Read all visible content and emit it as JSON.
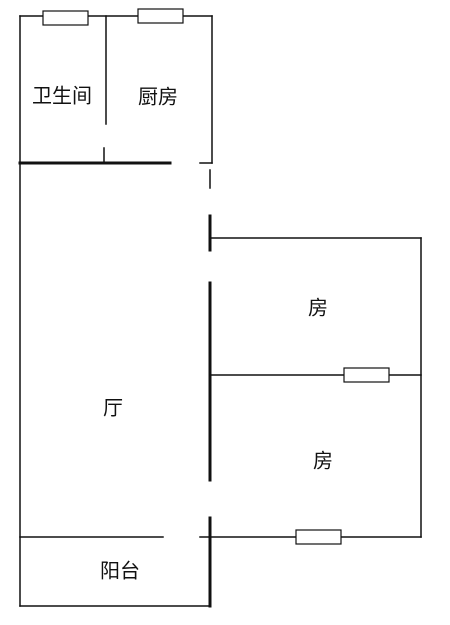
{
  "rooms": {
    "bathroom": "卫生间",
    "kitchen": "厨房",
    "bedroom_upper": "房",
    "bedroom_lower": "房",
    "living_room": "厅",
    "balcony": "阳台"
  },
  "colors": {
    "line": "#111111",
    "background": "#ffffff",
    "window_fill": "#ffffff"
  }
}
